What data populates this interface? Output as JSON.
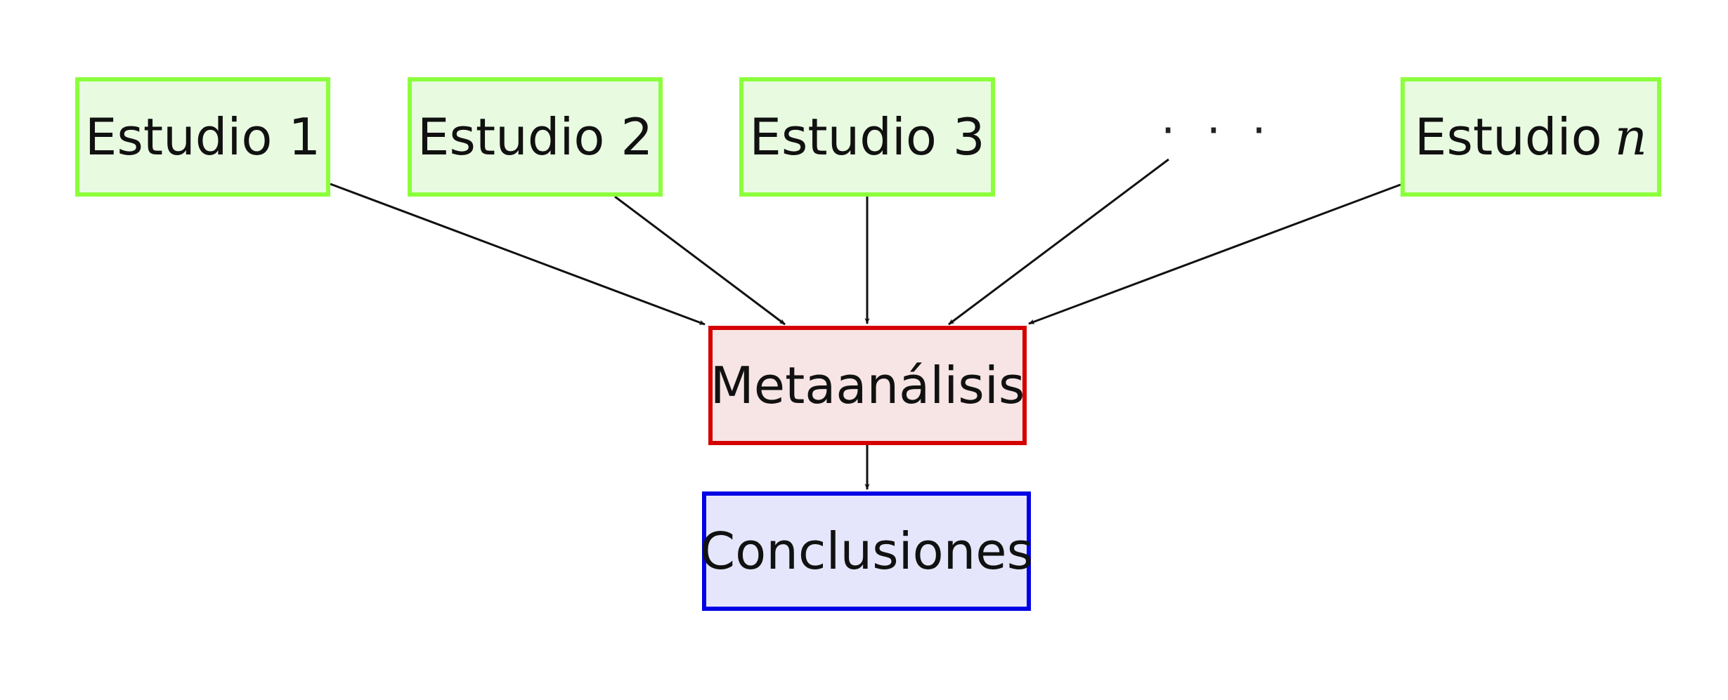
{
  "studies": [
    {
      "label": "Estudio 1"
    },
    {
      "label": "Estudio 2"
    },
    {
      "label": "Estudio 3"
    }
  ],
  "ellipsis": "· · ·",
  "study_n": {
    "label": "Estudio",
    "var": "n"
  },
  "meta": {
    "label": "Metaanálisis",
    "color": "#d40000",
    "fill": "#f7e4e4"
  },
  "conclusions": {
    "label": "Conclusiones",
    "color": "#0000e6",
    "fill": "#e5e6fb"
  },
  "study_style": {
    "color": "#8cff3c",
    "fill": "#e8fbe1"
  },
  "edges": [
    {
      "from": "Estudio 1",
      "to": "Metaanálisis"
    },
    {
      "from": "Estudio 2",
      "to": "Metaanálisis"
    },
    {
      "from": "Estudio 3",
      "to": "Metaanálisis"
    },
    {
      "from": "· · ·",
      "to": "Metaanálisis"
    },
    {
      "from": "Estudio n",
      "to": "Metaanálisis"
    },
    {
      "from": "Metaanálisis",
      "to": "Conclusiones"
    }
  ]
}
